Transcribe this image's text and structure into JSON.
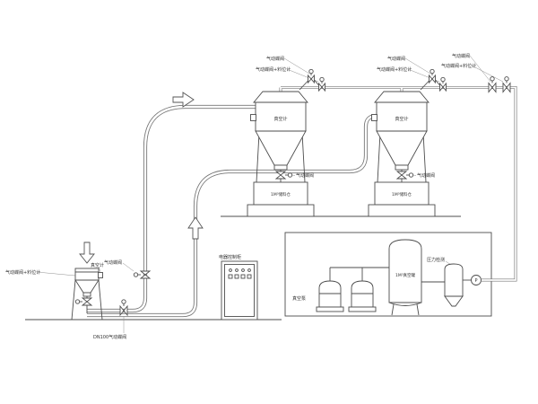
{
  "colors": {
    "line": "#4d4d4d",
    "pipe": "#777777",
    "text": "#333333",
    "background": "#ffffff"
  },
  "hopper1": {
    "top_valve": "气动蝶阀",
    "top_valve_level": "气动蝶阀+料位计",
    "vacuum_gauge": "真空计",
    "discharge_valve": "气动蝶阀",
    "machine": "1M³储料仓"
  },
  "hopper2": {
    "top_valve": "气动蝶阀",
    "top_valve_level": "气动蝶阀+料位计",
    "vacuum_gauge": "真空计",
    "discharge_valve": "气动蝶阀",
    "machine": "1M³储料仓"
  },
  "line_end": {
    "top_valve": "气动蝶阀",
    "top_valve_level": "气动蝶阀+料位计"
  },
  "feed_station": {
    "valve_level": "气动蝶阀+料位计",
    "vacuum_gauge": "真空计",
    "valve": "气动蝶阀",
    "dn100_valve": "DN100气动蝶阀"
  },
  "control_cabinet": {
    "label": "电器控制柜"
  },
  "vacuum_station": {
    "pump": "真空泵",
    "tank": "1M³真空罐",
    "pressure": "压力检测",
    "gauge_letter": "P"
  }
}
